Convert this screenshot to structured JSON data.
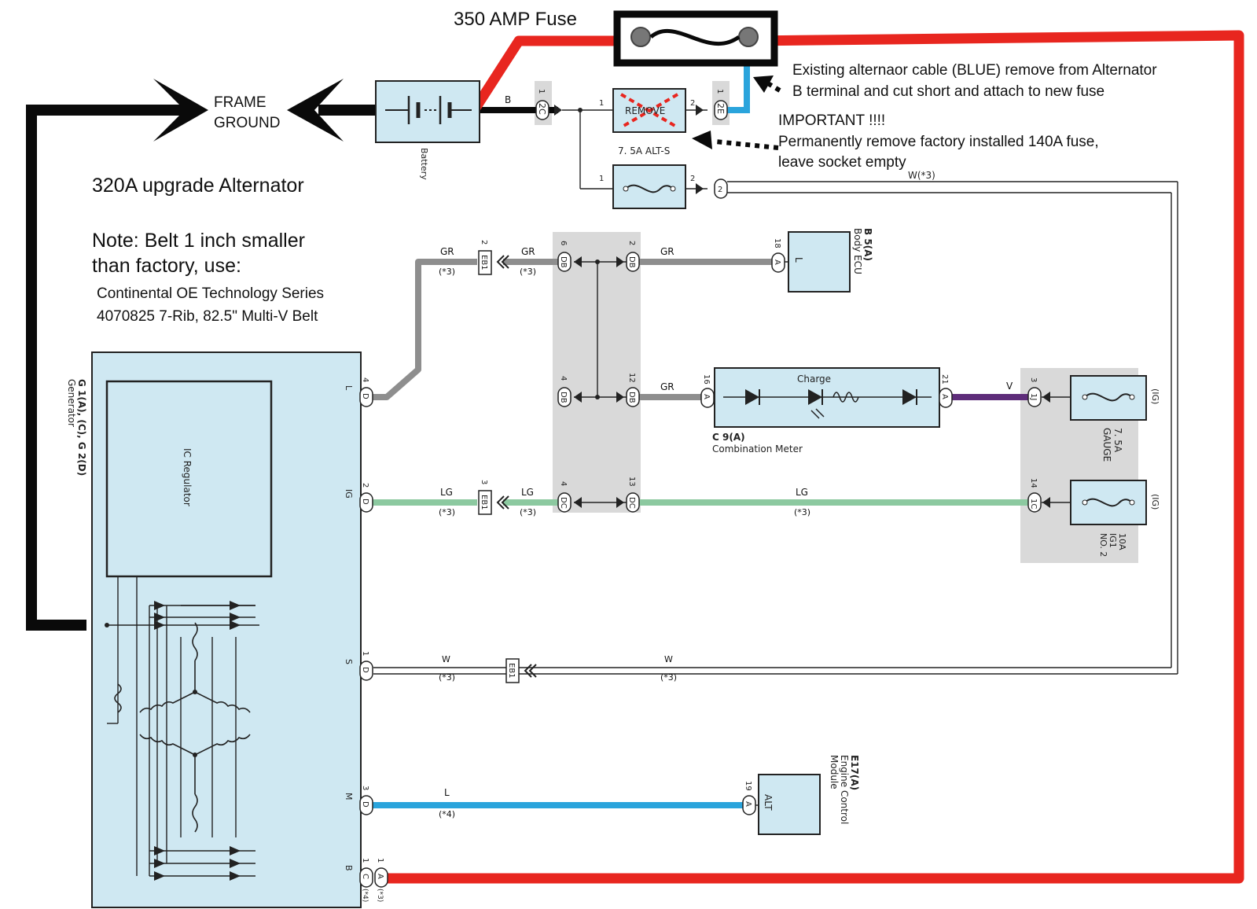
{
  "annotations": {
    "fuse_title": "350 AMP Fuse",
    "frame_ground_line1": "FRAME",
    "frame_ground_line2": "GROUND",
    "alt_title": "320A upgrade Alternator",
    "note_line1": "Note: Belt 1 inch smaller",
    "note_line2": "than factory, use:",
    "belt_line1": "Continental OE Technology Series",
    "belt_line2": "4070825 7-Rib, 82.5\" Multi-V Belt",
    "existing_line1": "Existing alternaor cable (BLUE) remove from Alternator",
    "existing_line2": "B terminal and cut short and attach to new fuse",
    "important_line1": "IMPORTANT !!!!",
    "important_line2": "Permanently remove factory installed 140A fuse,",
    "important_line3": "leave socket empty"
  },
  "components": {
    "battery": "Battery",
    "remove_label": "REMOVE",
    "alt_s_fuse": "7. 5A ALT-S",
    "body_ecu_code": "B 5(A)",
    "body_ecu_name": "Body ECU",
    "combination_meter_code": "C 9(A)",
    "combination_meter_name": "Combination Meter",
    "charge": "Charge",
    "gauge_fuse_1": "7. 5A",
    "gauge_fuse_2": "GAUGE",
    "ig1_fuse_1": "10A",
    "ig1_fuse_2": "IG1",
    "ig1_fuse_3": "NO. 2",
    "ig_label": "(IG)",
    "ecm_code": "E17(A)",
    "ecm_name_1": "Engine Control",
    "ecm_name_2": "Module",
    "alt_pin": "ALT",
    "generator_code": "G 1(A), (C), G 2(D)",
    "generator_name": "Generator",
    "ic_regulator": "IC Regulator",
    "l_pin": "L"
  },
  "terminals": {
    "L": "L",
    "IG": "IG",
    "S": "S",
    "M": "M",
    "B": "B"
  },
  "connectors": {
    "c2C": "2C",
    "c2E": "2E",
    "c2": "2",
    "c6DB": "DB",
    "c2DB": "DB",
    "c4DB": "DB",
    "c12DB": "DB",
    "c4DC": "DC",
    "c13DC": "DC",
    "c1J": "1J",
    "c1C": "1C",
    "EB1": "EB1",
    "A": "A",
    "D": "D",
    "C": "C"
  },
  "pins": {
    "p1": "1",
    "p2": "2",
    "p3": "3",
    "p4": "4",
    "p6": "6",
    "p12": "12",
    "p13": "13",
    "p14": "14",
    "p16": "16",
    "p18": "18",
    "p19": "19",
    "p21": "21"
  },
  "wire_colors": {
    "B": "B",
    "W3": "W(*3)",
    "GR": "GR",
    "LG": "LG",
    "V": "V",
    "W": "W",
    "L": "L",
    "star3": "(*3)",
    "star4": "(*4)",
    "a_star3": "(*3)",
    "c_star4": "(*4)"
  },
  "colors": {
    "red_cable": "#e8261f",
    "blue_cable": "#2aa4dc",
    "black_cable": "#0a0a0a",
    "gray_wire": "#8e8e8e",
    "green_wire": "#8cc9a0",
    "purple_wire": "#5e2d7a",
    "component_fill": "#cfe8f2",
    "shade": "#d9d9d9"
  }
}
